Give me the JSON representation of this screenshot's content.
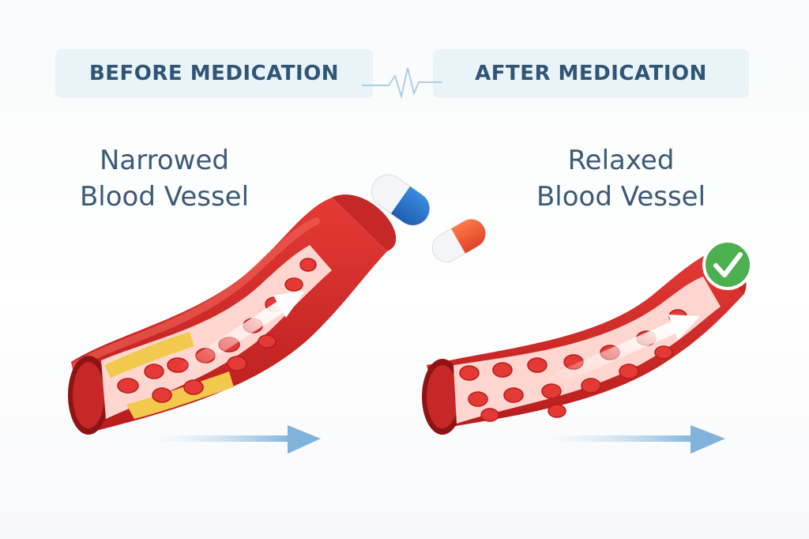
{
  "panels": {
    "before": {
      "tag": "BEFORE MEDICATION",
      "caption_line1": "Narrowed",
      "caption_line2": "Blood Vessel"
    },
    "after": {
      "tag": "AFTER MEDICATION",
      "caption_line1": "Relaxed",
      "caption_line2": "Blood Vessel"
    }
  },
  "icons": {
    "pulse": "heartbeat-line-icon",
    "pill_blue": "capsule-icon",
    "pill_red": "capsule-icon",
    "check": "check-circle-icon"
  },
  "colors": {
    "tag_bg": "#eaf3f8",
    "tag_text": "#2f5677",
    "vessel_red": "#d92b2b",
    "plaque_yellow": "#f2c94c",
    "flow_blue": "#7fb3dc",
    "check_green": "#4caf50"
  }
}
